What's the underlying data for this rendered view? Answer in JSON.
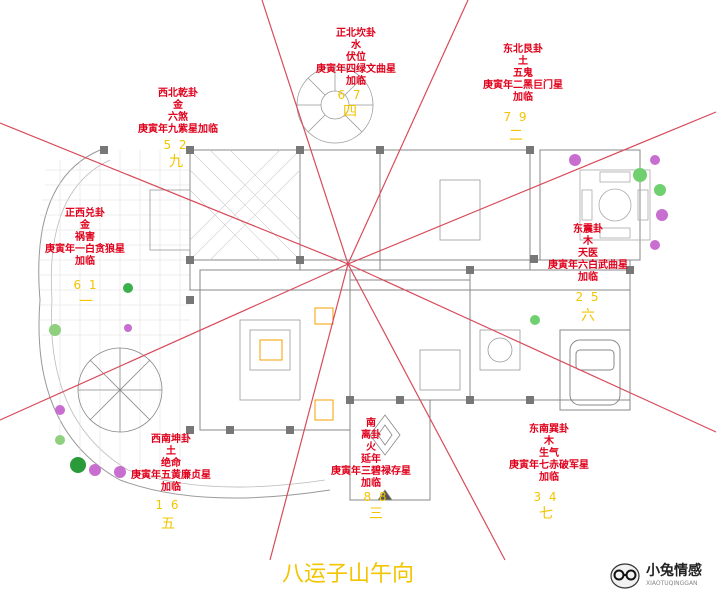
{
  "title": "八运子山午向",
  "logo": {
    "brand": "小兔情感",
    "sub": "XIAOTUQINGGAN"
  },
  "sectors": [
    {
      "id": "north",
      "lines": [
        "正北坎卦",
        "水",
        "伏位",
        "庚寅年四绿文曲星",
        "加临"
      ],
      "nums": "6 7",
      "cn": "四"
    },
    {
      "id": "northeast",
      "lines": [
        "东北艮卦",
        "土",
        "五鬼",
        "庚寅年二黑巨门星",
        "加临"
      ],
      "nums": "7 9",
      "cn": "二"
    },
    {
      "id": "northwest",
      "lines": [
        "西北乾卦",
        "金",
        "六煞",
        "庚寅年九紫星加临"
      ],
      "nums": "5 2",
      "cn": "九"
    },
    {
      "id": "west",
      "lines": [
        "正西兑卦",
        "金",
        "祸害",
        "庚寅年一白贪狼星",
        "加临"
      ],
      "nums": "6 1",
      "cn": "一"
    },
    {
      "id": "east",
      "lines": [
        "东震卦",
        "木",
        "天医",
        "庚寅年六白武曲星",
        "加临"
      ],
      "nums": "2 5",
      "cn": "六"
    },
    {
      "id": "southwest",
      "lines": [
        "西南坤卦",
        "土",
        "绝命",
        "庚寅年五黄廉贞星",
        "加临"
      ],
      "nums": "1 6",
      "cn": "五"
    },
    {
      "id": "south",
      "lines": [
        "南",
        "离卦",
        "火",
        "延年",
        "庚寅年三碧禄存星",
        "加临"
      ],
      "nums": "8 8",
      "cn": "三"
    },
    {
      "id": "southeast",
      "lines": [
        "东南巽卦",
        "木",
        "生气",
        "庚寅年七赤破军星",
        "加临"
      ],
      "nums": "3 4",
      "cn": "七"
    }
  ]
}
